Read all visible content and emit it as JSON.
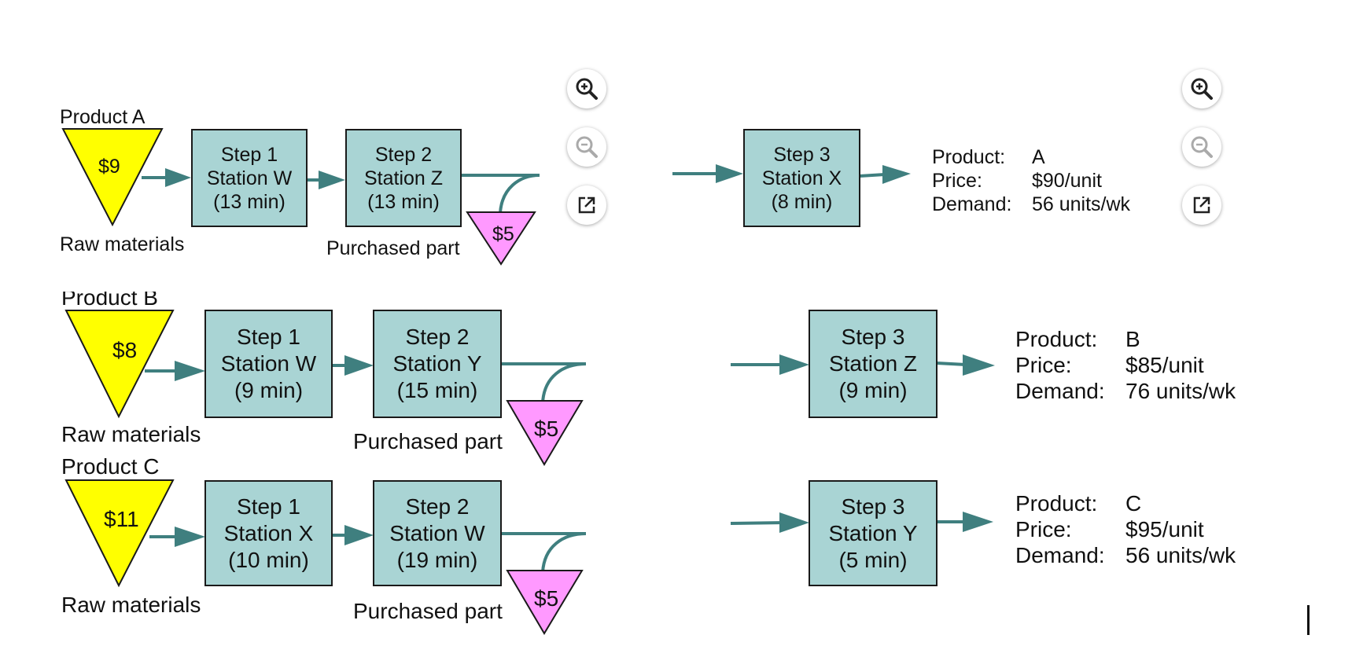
{
  "products": [
    {
      "product_label": "Product A",
      "raw_cost": "$9",
      "raw_label": "Raw materials",
      "step1": {
        "line1": "Step 1",
        "line2": "Station W",
        "line3": "(13 min)"
      },
      "step2": {
        "line1": "Step 2",
        "line2": "Station Z",
        "line3": "(13 min)"
      },
      "step3": {
        "line1": "Step 3",
        "line2": "Station X",
        "line3": "(8 min)"
      },
      "purchased_label": "Purchased part",
      "purchased_cost": "$5",
      "info": {
        "product_key": "Product:",
        "product_value": "A",
        "price_key": "Price:",
        "price_value": "$90/unit",
        "demand_key": "Demand:",
        "demand_value": "56 units/wk"
      }
    },
    {
      "product_label": "Product B",
      "raw_cost": "$8",
      "raw_label": "Raw materials",
      "step1": {
        "line1": "Step 1",
        "line2": "Station W",
        "line3": "(9 min)"
      },
      "step2": {
        "line1": "Step 2",
        "line2": "Station Y",
        "line3": "(15 min)"
      },
      "step3": {
        "line1": "Step 3",
        "line2": "Station Z",
        "line3": "(9 min)"
      },
      "purchased_label": "Purchased part",
      "purchased_cost": "$5",
      "info": {
        "product_key": "Product:",
        "product_value": "B",
        "price_key": "Price:",
        "price_value": "$85/unit",
        "demand_key": "Demand:",
        "demand_value": "76 units/wk"
      }
    },
    {
      "product_label": "Product C",
      "raw_cost": "$11",
      "raw_label": "Raw materials",
      "step1": {
        "line1": "Step 1",
        "line2": "Station X",
        "line3": "(10 min)"
      },
      "step2": {
        "line1": "Step 2",
        "line2": "Station W",
        "line3": "(19 min)"
      },
      "step3": {
        "line1": "Step 3",
        "line2": "Station Y",
        "line3": "(5 min)"
      },
      "purchased_label": "Purchased part",
      "purchased_cost": "$5",
      "info": {
        "product_key": "Product:",
        "product_value": "C",
        "price_key": "Price:",
        "price_value": "$95/unit",
        "demand_key": "Demand:",
        "demand_value": "56 units/wk"
      }
    }
  ],
  "controls": {
    "zoom_in_icon": "zoom-in-icon",
    "zoom_out_icon": "zoom-out-icon",
    "open_external_icon": "open-external-icon"
  },
  "colors": {
    "station_fill": "#a9d4d4",
    "raw_material_fill": "#ffff00",
    "purchased_part_fill": "#ff99ff",
    "arrow": "#3f7f7f"
  }
}
